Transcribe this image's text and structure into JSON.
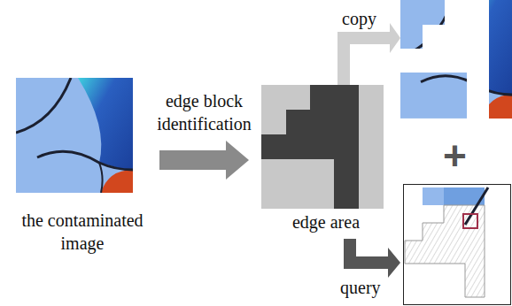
{
  "diagram": {
    "nodes": [
      {
        "text": [
          "the contaminated image"
        ]
      },
      {
        "text": [
          "edge area"
        ]
      }
    ],
    "edges": [
      {
        "from": 0,
        "to": 1,
        "arrow": "to",
        "label": "edge block identification"
      }
    ],
    "labels": [
      "copy",
      "query",
      "+"
    ]
  }
}
